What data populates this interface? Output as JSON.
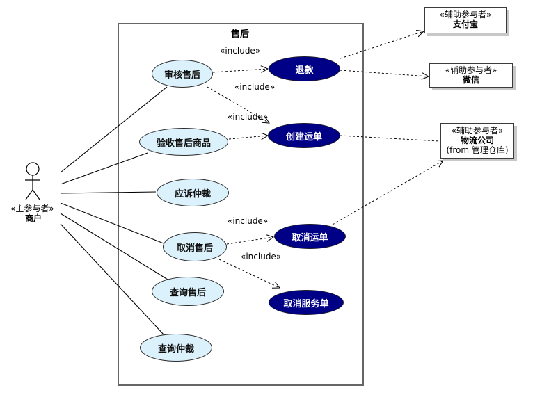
{
  "system": {
    "title": "售后"
  },
  "primary_actor": {
    "stereotype": "«主参与者»",
    "name": "商户"
  },
  "secondary_actors": [
    {
      "id": "alipay",
      "stereotype": "«辅助参与者»",
      "name": "支付宝",
      "note": ""
    },
    {
      "id": "wechat",
      "stereotype": "«辅助参与者»",
      "name": "微信",
      "note": ""
    },
    {
      "id": "logistics",
      "stereotype": "«辅助参与者»",
      "name": "物流公司",
      "note": "(from 管理仓库)"
    }
  ],
  "use_cases": [
    {
      "id": "review",
      "label": "审核售后",
      "style": "light"
    },
    {
      "id": "inspect",
      "label": "验收售后商品",
      "style": "light"
    },
    {
      "id": "arbitration",
      "label": "应诉仲裁",
      "style": "light"
    },
    {
      "id": "cancel_after",
      "label": "取消售后",
      "style": "light"
    },
    {
      "id": "query_after",
      "label": "查询售后",
      "style": "light"
    },
    {
      "id": "query_arb",
      "label": "查询仲裁",
      "style": "light"
    },
    {
      "id": "refund",
      "label": "退款",
      "style": "dark"
    },
    {
      "id": "create_waybill",
      "label": "创建运单",
      "style": "dark"
    },
    {
      "id": "cancel_waybill",
      "label": "取消运单",
      "style": "dark"
    },
    {
      "id": "cancel_service",
      "label": "取消服务单",
      "style": "dark"
    }
  ],
  "relations": {
    "include_label": "«include»",
    "includes": [
      {
        "from": "review",
        "to": "refund"
      },
      {
        "from": "review",
        "to": "create_waybill"
      },
      {
        "from": "inspect",
        "to": "create_waybill"
      },
      {
        "from": "cancel_after",
        "to": "cancel_waybill"
      },
      {
        "from": "cancel_after",
        "to": "cancel_service"
      }
    ],
    "associations": [
      {
        "from": "refund",
        "to": "alipay"
      },
      {
        "from": "refund",
        "to": "wechat"
      },
      {
        "from": "create_waybill",
        "to": "logistics"
      },
      {
        "from": "cancel_waybill",
        "to": "logistics"
      }
    ]
  }
}
